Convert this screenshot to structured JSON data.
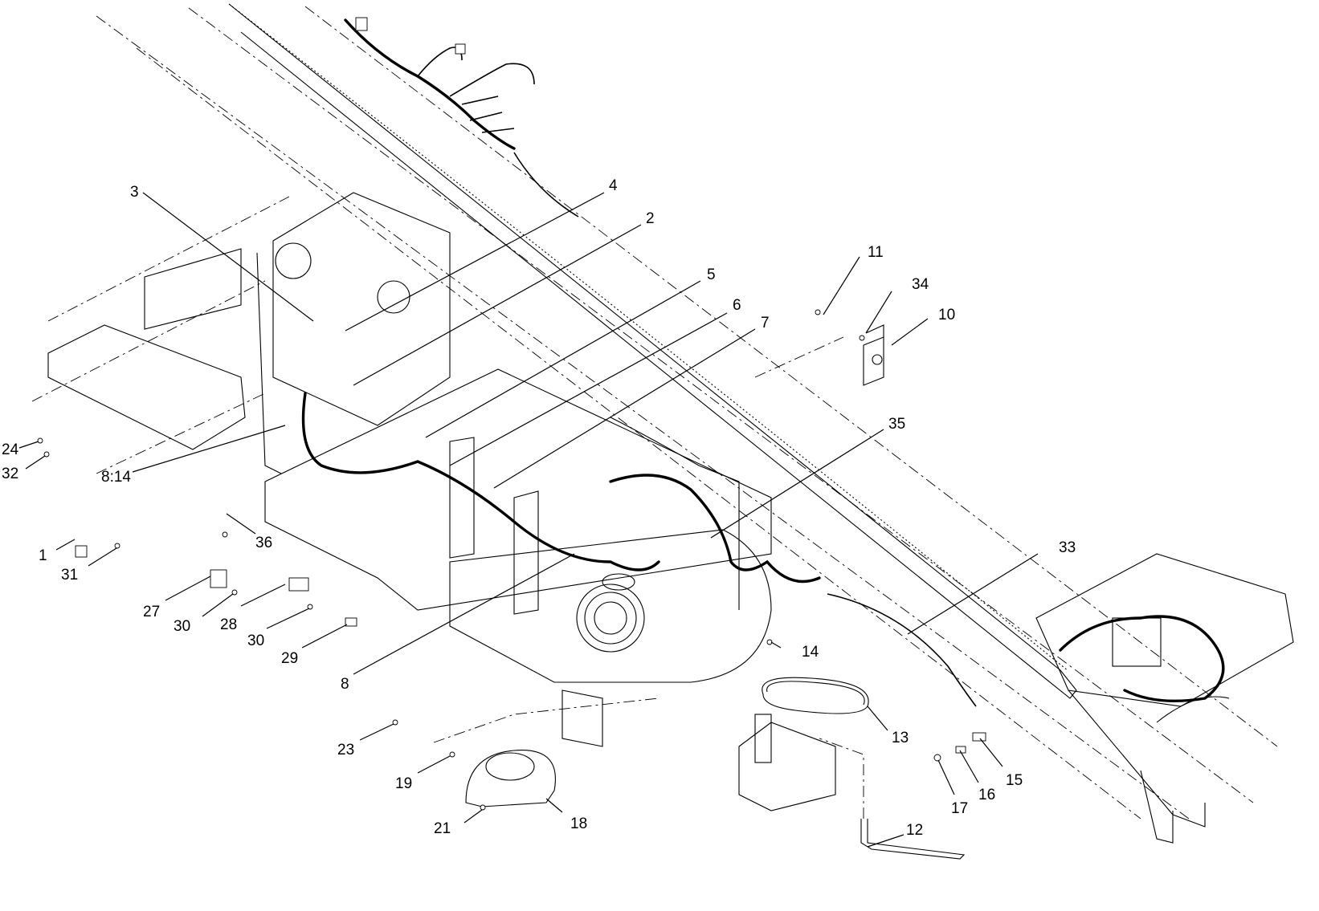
{
  "callouts": [
    {
      "id": "c1",
      "label": "1"
    },
    {
      "id": "c2",
      "label": "2"
    },
    {
      "id": "c3",
      "label": "3"
    },
    {
      "id": "c4",
      "label": "4"
    },
    {
      "id": "c5",
      "label": "5"
    },
    {
      "id": "c6",
      "label": "6"
    },
    {
      "id": "c7",
      "label": "7"
    },
    {
      "id": "c8",
      "label": "8"
    },
    {
      "id": "c8_14",
      "label": "8:14"
    },
    {
      "id": "c10",
      "label": "10"
    },
    {
      "id": "c11",
      "label": "11"
    },
    {
      "id": "c12",
      "label": "12"
    },
    {
      "id": "c13",
      "label": "13"
    },
    {
      "id": "c14",
      "label": "14"
    },
    {
      "id": "c15",
      "label": "15"
    },
    {
      "id": "c16",
      "label": "16"
    },
    {
      "id": "c17",
      "label": "17"
    },
    {
      "id": "c18",
      "label": "18"
    },
    {
      "id": "c19",
      "label": "19"
    },
    {
      "id": "c21",
      "label": "21"
    },
    {
      "id": "c23",
      "label": "23"
    },
    {
      "id": "c24",
      "label": "24"
    },
    {
      "id": "c27",
      "label": "27"
    },
    {
      "id": "c28",
      "label": "28"
    },
    {
      "id": "c29",
      "label": "29"
    },
    {
      "id": "c30a",
      "label": "30"
    },
    {
      "id": "c30b",
      "label": "30"
    },
    {
      "id": "c31",
      "label": "31"
    },
    {
      "id": "c32",
      "label": "32"
    },
    {
      "id": "c33",
      "label": "33"
    },
    {
      "id": "c34",
      "label": "34"
    },
    {
      "id": "c35",
      "label": "35"
    },
    {
      "id": "c36",
      "label": "36"
    }
  ]
}
